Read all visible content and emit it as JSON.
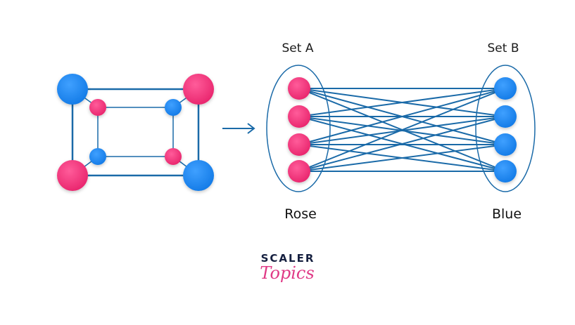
{
  "colors": {
    "rose": "#f0307a",
    "blue": "#1d86f0",
    "edge": "#1a6aa8",
    "logo_dark": "#162040",
    "logo_pink": "#e03a86"
  },
  "set_a": {
    "title": "Set A",
    "label": "Rose",
    "size": 4
  },
  "set_b": {
    "title": "Set B",
    "label": "Blue",
    "size": 4
  },
  "bipartite_edges": [
    [
      0,
      0
    ],
    [
      0,
      1
    ],
    [
      0,
      2
    ],
    [
      0,
      3
    ],
    [
      1,
      0
    ],
    [
      1,
      1
    ],
    [
      1,
      2
    ],
    [
      1,
      3
    ],
    [
      2,
      0
    ],
    [
      2,
      1
    ],
    [
      2,
      2
    ],
    [
      2,
      3
    ],
    [
      3,
      0
    ],
    [
      3,
      1
    ],
    [
      3,
      2
    ],
    [
      3,
      3
    ]
  ],
  "arrow_icon": "right-arrow-icon",
  "logo": {
    "top": "SCALER",
    "bottom": "Topics"
  }
}
